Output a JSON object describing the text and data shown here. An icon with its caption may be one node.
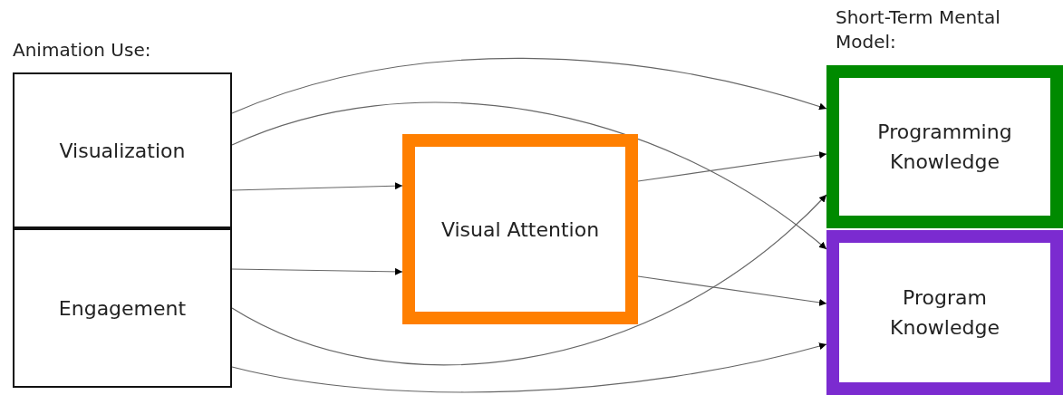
{
  "diagram": {
    "nodes": [
      {
        "text": [
          "Visualization"
        ]
      },
      {
        "text": [
          "Engagement"
        ]
      },
      {
        "text": [
          "Visual Attention"
        ]
      },
      {
        "text": [
          "Programming Knowledge"
        ]
      },
      {
        "text": [
          "Program Knowledge"
        ]
      }
    ],
    "edges": [
      {
        "from": 0,
        "to": 3,
        "arrow": "to"
      },
      {
        "from": 0,
        "to": 4,
        "arrow": "to"
      },
      {
        "from": 0,
        "to": 2,
        "arrow": "to"
      },
      {
        "from": 1,
        "to": 2,
        "arrow": "to"
      },
      {
        "from": 1,
        "to": 3,
        "arrow": "to"
      },
      {
        "from": 1,
        "to": 4,
        "arrow": "to"
      },
      {
        "from": 2,
        "to": 3,
        "arrow": "to"
      },
      {
        "from": 2,
        "to": 4,
        "arrow": "to"
      }
    ],
    "labels": [
      "Short-Term Mental Model:",
      "Animation Use:"
    ]
  }
}
